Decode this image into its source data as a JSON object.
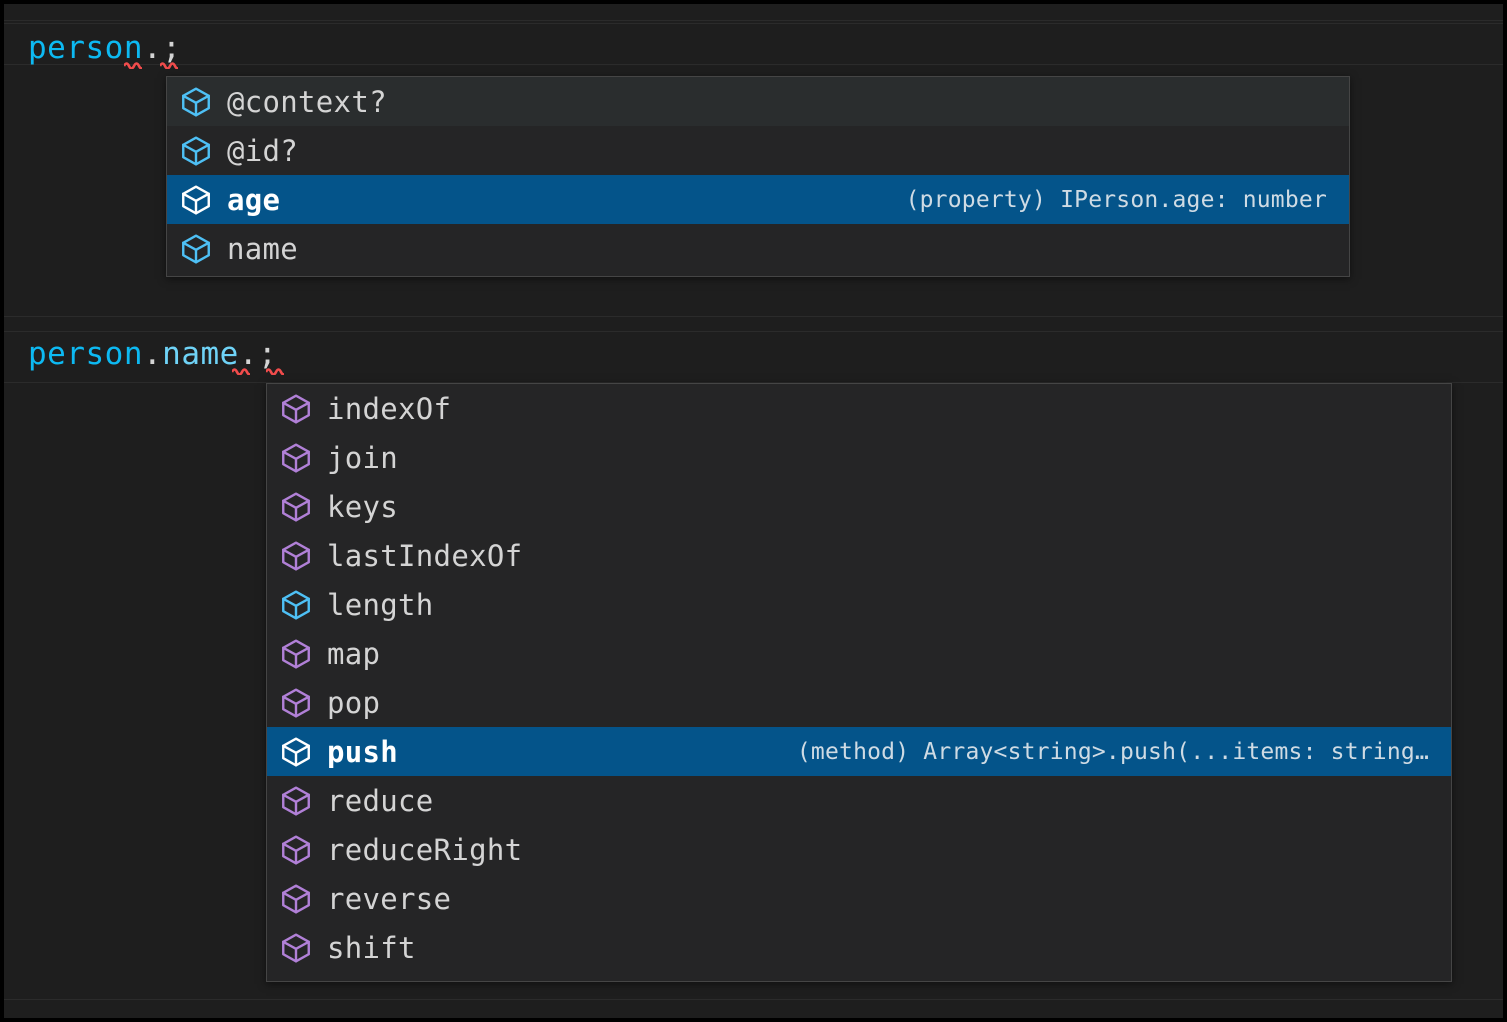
{
  "theme": {
    "editor_background": "#1e1e1e",
    "widget_background": "#252526",
    "widget_border": "#454545",
    "selected_row_background": "#04548a",
    "alt_row_background": "#2a2d2e",
    "text_foreground": "#d4d4d4",
    "variable_color": "#0db9f2",
    "property_token_color": "#6fd3f7",
    "punctuation_color": "#d4d4d4",
    "squiggle_color": "#f14c4c",
    "icon_property_color": "#4ec0f5",
    "icon_method_color": "#b180d7",
    "icon_selected_color": "#ffffff"
  },
  "editor": {
    "lines": [
      {
        "id": "line-1",
        "tokens": [
          {
            "text": "person",
            "kind": "variable"
          },
          {
            "text": ".",
            "kind": "punct"
          },
          {
            "text": ";",
            "kind": "punct"
          }
        ],
        "full_text": "person.;"
      },
      {
        "id": "line-2",
        "tokens": [
          {
            "text": "person",
            "kind": "variable"
          },
          {
            "text": ".",
            "kind": "punct"
          },
          {
            "text": "name",
            "kind": "property"
          },
          {
            "text": ".",
            "kind": "punct"
          },
          {
            "text": ";",
            "kind": "punct"
          }
        ],
        "full_text": "person.name.;"
      }
    ]
  },
  "suggest_widgets": [
    {
      "id": "suggest-widget-person",
      "for_expression": "person.",
      "selected_index": 2,
      "items": [
        {
          "label": "@context?",
          "icon": "property-cube-icon",
          "icon_kind": "property",
          "detail": ""
        },
        {
          "label": "@id?",
          "icon": "property-cube-icon",
          "icon_kind": "property",
          "detail": ""
        },
        {
          "label": "age",
          "icon": "property-cube-icon",
          "icon_kind": "property",
          "detail": "(property) IPerson.age: number"
        },
        {
          "label": "name",
          "icon": "property-cube-icon",
          "icon_kind": "property",
          "detail": ""
        }
      ]
    },
    {
      "id": "suggest-widget-person-name",
      "for_expression": "person.name.",
      "selected_index": 7,
      "items": [
        {
          "label": "indexOf",
          "icon": "method-cube-icon",
          "icon_kind": "method",
          "detail": ""
        },
        {
          "label": "join",
          "icon": "method-cube-icon",
          "icon_kind": "method",
          "detail": ""
        },
        {
          "label": "keys",
          "icon": "method-cube-icon",
          "icon_kind": "method",
          "detail": ""
        },
        {
          "label": "lastIndexOf",
          "icon": "method-cube-icon",
          "icon_kind": "method",
          "detail": ""
        },
        {
          "label": "length",
          "icon": "property-cube-icon",
          "icon_kind": "property",
          "detail": ""
        },
        {
          "label": "map",
          "icon": "method-cube-icon",
          "icon_kind": "method",
          "detail": ""
        },
        {
          "label": "pop",
          "icon": "method-cube-icon",
          "icon_kind": "method",
          "detail": ""
        },
        {
          "label": "push",
          "icon": "method-cube-icon",
          "icon_kind": "method",
          "detail": "(method) Array<string>.push(...items: string…"
        },
        {
          "label": "reduce",
          "icon": "method-cube-icon",
          "icon_kind": "method",
          "detail": ""
        },
        {
          "label": "reduceRight",
          "icon": "method-cube-icon",
          "icon_kind": "method",
          "detail": ""
        },
        {
          "label": "reverse",
          "icon": "method-cube-icon",
          "icon_kind": "method",
          "detail": ""
        },
        {
          "label": "shift",
          "icon": "method-cube-icon",
          "icon_kind": "method",
          "detail": ""
        }
      ]
    }
  ]
}
